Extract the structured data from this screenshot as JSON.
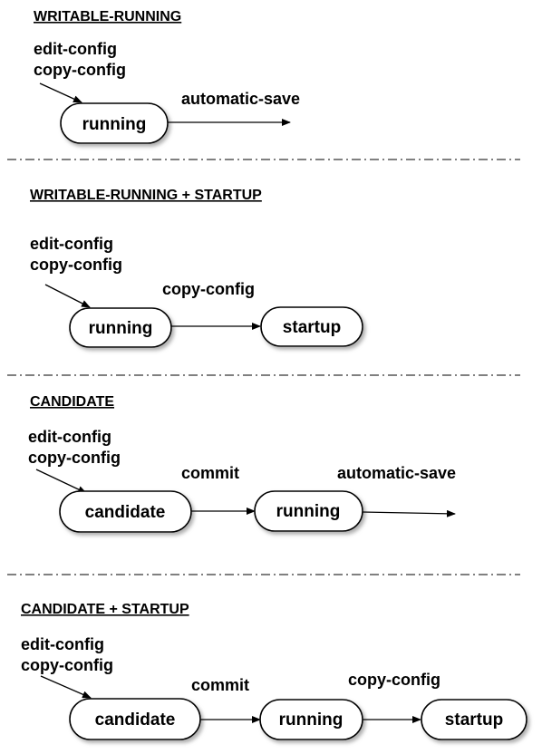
{
  "colors": {
    "stroke": "#000000",
    "background": "#ffffff",
    "node_fill": "#ffffff",
    "node_shadow": "#999999"
  },
  "sections": [
    {
      "heading": "WRITABLE-RUNNING",
      "input_labels": [
        "edit-config",
        "copy-config"
      ],
      "nodes": [
        "running"
      ],
      "edge_labels": [
        "automatic-save"
      ]
    },
    {
      "heading": "WRITABLE-RUNNING + STARTUP",
      "input_labels": [
        "edit-config",
        "copy-config"
      ],
      "nodes": [
        "running",
        "startup"
      ],
      "edge_labels": [
        "copy-config"
      ]
    },
    {
      "heading": "CANDIDATE",
      "input_labels": [
        "edit-config",
        "copy-config"
      ],
      "nodes": [
        "candidate",
        "running"
      ],
      "edge_labels": [
        "commit",
        "automatic-save"
      ]
    },
    {
      "heading": "CANDIDATE + STARTUP",
      "input_labels": [
        "edit-config",
        "copy-config"
      ],
      "nodes": [
        "candidate",
        "running",
        "startup"
      ],
      "edge_labels": [
        "commit",
        "copy-config"
      ]
    }
  ]
}
